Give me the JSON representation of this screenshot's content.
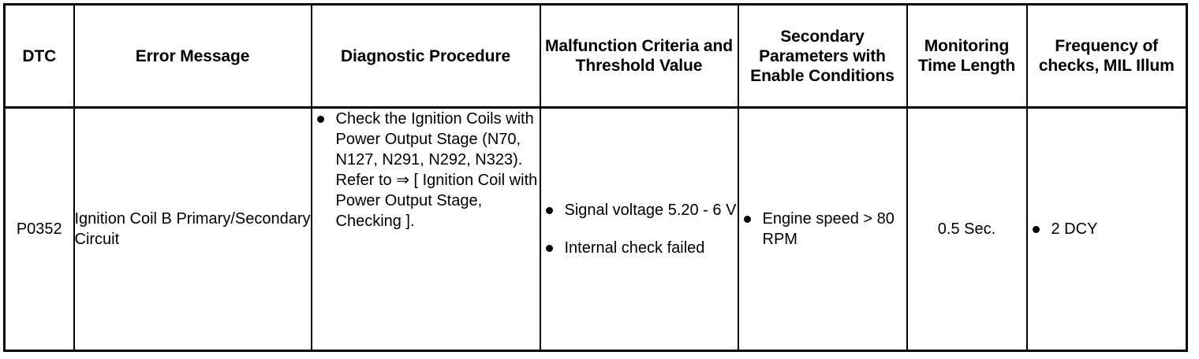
{
  "table": {
    "columns": [
      {
        "key": "dtc",
        "label": "DTC"
      },
      {
        "key": "error",
        "label": "Error Message"
      },
      {
        "key": "diag",
        "label": "Diagnostic Procedure"
      },
      {
        "key": "malf",
        "label": "Malfunction Criteria and Threshold Value"
      },
      {
        "key": "sec",
        "label": "Secondary Parameters with Enable Conditions"
      },
      {
        "key": "mon",
        "label": "Monitoring Time Length"
      },
      {
        "key": "freq",
        "label": "Frequency of checks, MIL Illum"
      }
    ],
    "rows": [
      {
        "dtc": "P0352",
        "error_message": "Ignition Coil B Primary/Secondary Circuit",
        "diagnostic_procedure": [
          "Check the Ignition Coils with Power Output Stage (N70, N127, N291, N292, N323). Refer to ⇒ [ Ignition Coil with Power Output Stage, Checking ]."
        ],
        "malfunction_criteria": [
          "Signal voltage 5.20 - 6 V",
          "Internal check failed"
        ],
        "secondary_parameters": [
          "Engine speed > 80 RPM"
        ],
        "monitoring_time_length": "0.5 Sec.",
        "frequency_of_checks": [
          "2 DCY"
        ]
      }
    ]
  }
}
